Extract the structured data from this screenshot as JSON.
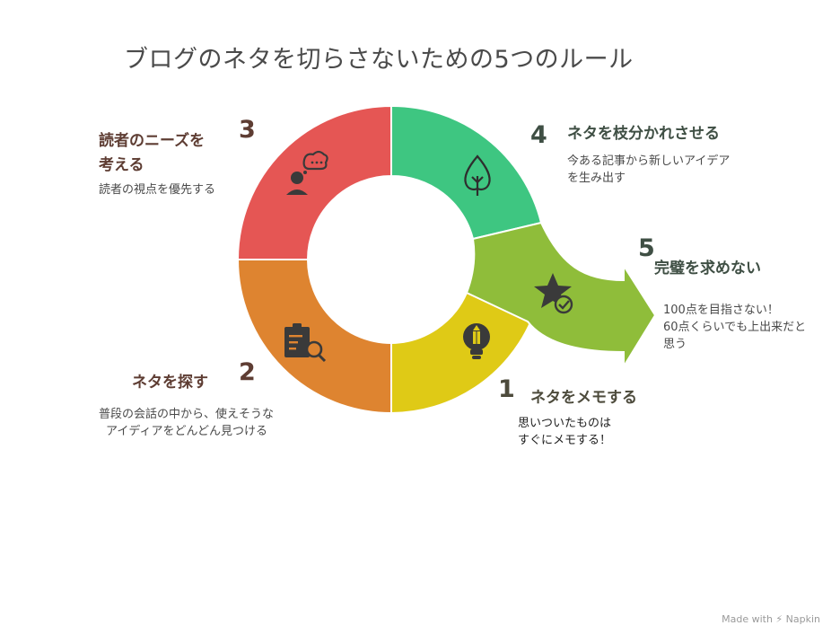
{
  "title": "ブログのネタを切らさないための5つのルール",
  "steps": [
    {
      "number": "1",
      "heading": "ネタをメモする",
      "desc": [
        "思いついたものは",
        "すぐにメモする！"
      ],
      "color": "#dfca16",
      "icon": "lightbulb-pencil-icon"
    },
    {
      "number": "2",
      "heading": "ネタを探す",
      "desc": [
        "普段の会話の中から、使えそうな",
        "アイディアをどんどん見つける"
      ],
      "color": "#de8430",
      "icon": "clipboard-search-icon"
    },
    {
      "number": "3",
      "heading": [
        "読者のニーズを",
        "考える"
      ],
      "desc": [
        "読者の視点を優先する"
      ],
      "color": "#e55654",
      "icon": "person-thought-icon"
    },
    {
      "number": "4",
      "heading": "ネタを枝分かれさせる",
      "desc": [
        "今ある記事から新しいアイデア",
        "を生み出す"
      ],
      "color": "#3ec681",
      "icon": "tree-icon"
    },
    {
      "number": "5",
      "heading": "完璧を求めない",
      "desc": [
        "100点を目指さない！",
        "60点くらいでも上出来だと",
        "思う"
      ],
      "color": "#8fbd3a",
      "icon": "star-check-icon"
    }
  ],
  "footer": "Made with ⚡ Napkin"
}
